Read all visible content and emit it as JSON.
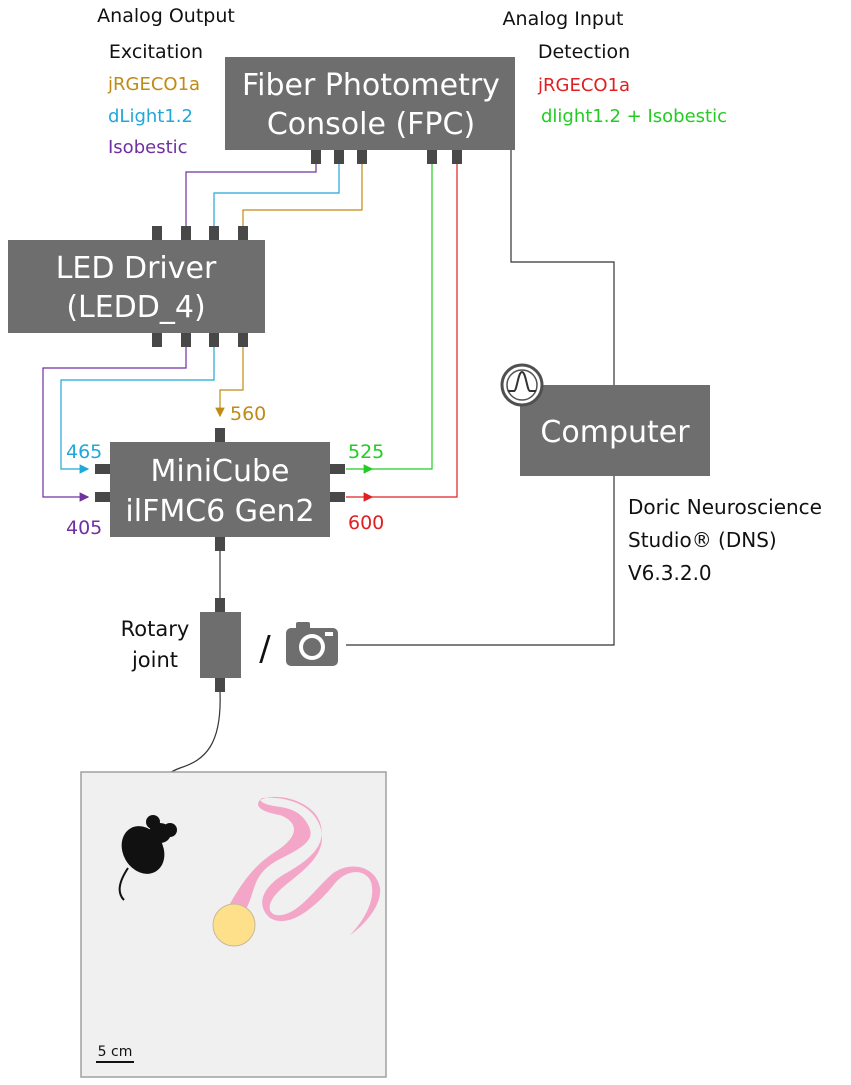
{
  "colors": {
    "jrgeco": "#c08a14",
    "dlight": "#1fa8d8",
    "isobestic": "#7030a0",
    "green": "#22cc22",
    "red": "#e02020",
    "box": "#6e6e6e",
    "connector": "#484848",
    "arena_bg": "#f0f0f0",
    "trajectory": "#f4a6c8",
    "light_spot": "#ffe08a"
  },
  "output_labels": {
    "title": "Analog Output",
    "subtitle": "Excitation",
    "items": [
      "jRGECO1a",
      "dLight1.2",
      "Isobestic"
    ]
  },
  "input_labels": {
    "title": "Analog Input",
    "subtitle": "Detection",
    "items": [
      "jRGECO1a",
      "dlight1.2 + Isobestic"
    ]
  },
  "fpc": {
    "line1": "Fiber Photometry",
    "line2": "Console (FPC)"
  },
  "led_driver": {
    "line1": "LED Driver",
    "line2": "(LEDD_4)"
  },
  "minicube": {
    "line1": "MiniCube",
    "line2": "ilFMC6 Gen2",
    "port_560": "560",
    "port_465": "465",
    "port_405": "405",
    "port_525": "525",
    "port_600": "600"
  },
  "computer": {
    "label": "Computer",
    "icon": "signal-peak-icon"
  },
  "software": {
    "line1": "Doric Neuroscience",
    "line2": "Studio® (DNS)",
    "line3": "V6.3.2.0"
  },
  "rotary": {
    "line1": "Rotary",
    "line2": "joint",
    "separator": "/",
    "camera_icon": "camera-icon"
  },
  "arena": {
    "scale_label": "5 cm",
    "mouse_icon": "mouse-icon"
  }
}
